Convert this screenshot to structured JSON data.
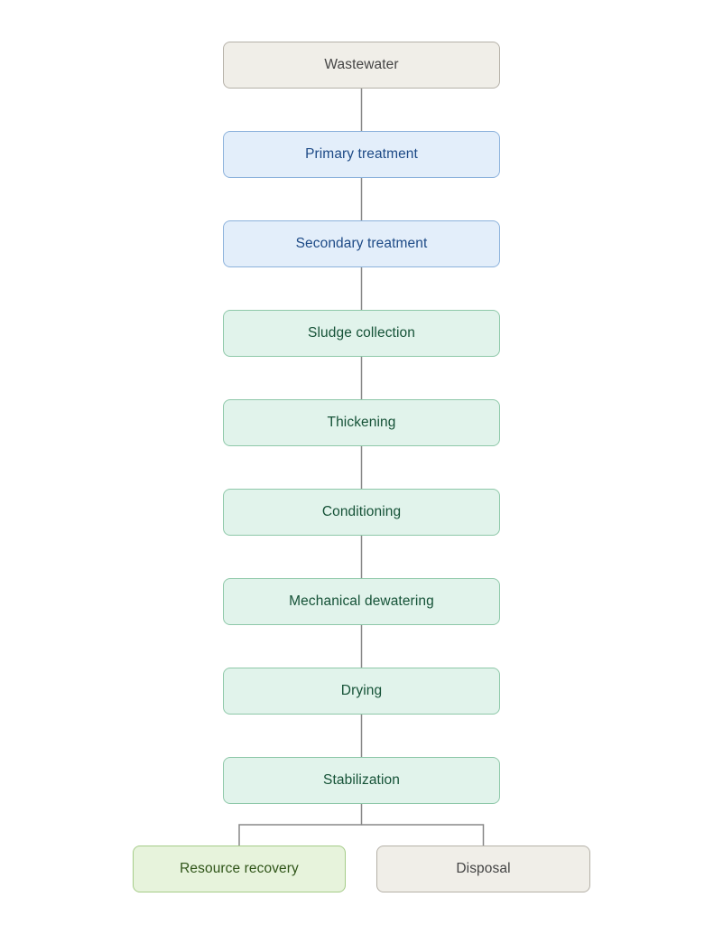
{
  "diagram": {
    "nodes": [
      {
        "id": "wastewater",
        "label": "Wastewater",
        "style": "input"
      },
      {
        "id": "primary",
        "label": "Primary treatment",
        "style": "treatment"
      },
      {
        "id": "secondary",
        "label": "Secondary treatment",
        "style": "treatment"
      },
      {
        "id": "sludge",
        "label": "Sludge collection",
        "style": "sludge"
      },
      {
        "id": "thickening",
        "label": "Thickening",
        "style": "sludge"
      },
      {
        "id": "conditioning",
        "label": "Conditioning",
        "style": "sludge"
      },
      {
        "id": "mechanical",
        "label": "Mechanical dewatering",
        "style": "sludge"
      },
      {
        "id": "drying",
        "label": "Drying",
        "style": "sludge"
      },
      {
        "id": "stabilization",
        "label": "Stabilization",
        "style": "sludge"
      },
      {
        "id": "resource",
        "label": "Resource recovery",
        "style": "recovery"
      },
      {
        "id": "disposal",
        "label": "Disposal",
        "style": "input"
      }
    ],
    "edges": [
      [
        "wastewater",
        "primary"
      ],
      [
        "primary",
        "secondary"
      ],
      [
        "secondary",
        "sludge"
      ],
      [
        "sludge",
        "thickening"
      ],
      [
        "thickening",
        "conditioning"
      ],
      [
        "conditioning",
        "mechanical"
      ],
      [
        "mechanical",
        "drying"
      ],
      [
        "drying",
        "stabilization"
      ],
      [
        "stabilization",
        "resource"
      ],
      [
        "stabilization",
        "disposal"
      ]
    ],
    "colors": {
      "input": {
        "fill": "#f0eee8",
        "border": "#b5b1a8",
        "text": "#444444"
      },
      "treatment": {
        "fill": "#e3eefa",
        "border": "#8cb2dc",
        "text": "#1d4a86"
      },
      "sludge": {
        "fill": "#e1f3eb",
        "border": "#8ec8a9",
        "text": "#155237"
      },
      "recovery": {
        "fill": "#e7f3dc",
        "border": "#a5cc88",
        "text": "#2f5418"
      },
      "connector": "#888888"
    }
  }
}
